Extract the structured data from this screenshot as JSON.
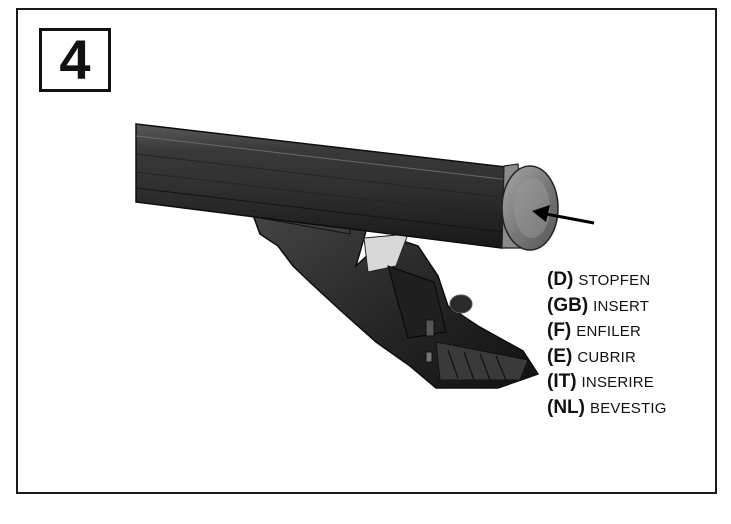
{
  "step": {
    "number": "4"
  },
  "labels": [
    {
      "code": "(D)",
      "word": "STOPFEN"
    },
    {
      "code": "(GB)",
      "word": "INSERT"
    },
    {
      "code": "(F)",
      "word": "ENFILER"
    },
    {
      "code": "(E)",
      "word": "CUBRIR"
    },
    {
      "code": "(IT)",
      "word": "INSERIRE"
    },
    {
      "code": "(NL)",
      "word": "BEVESTIG"
    }
  ]
}
